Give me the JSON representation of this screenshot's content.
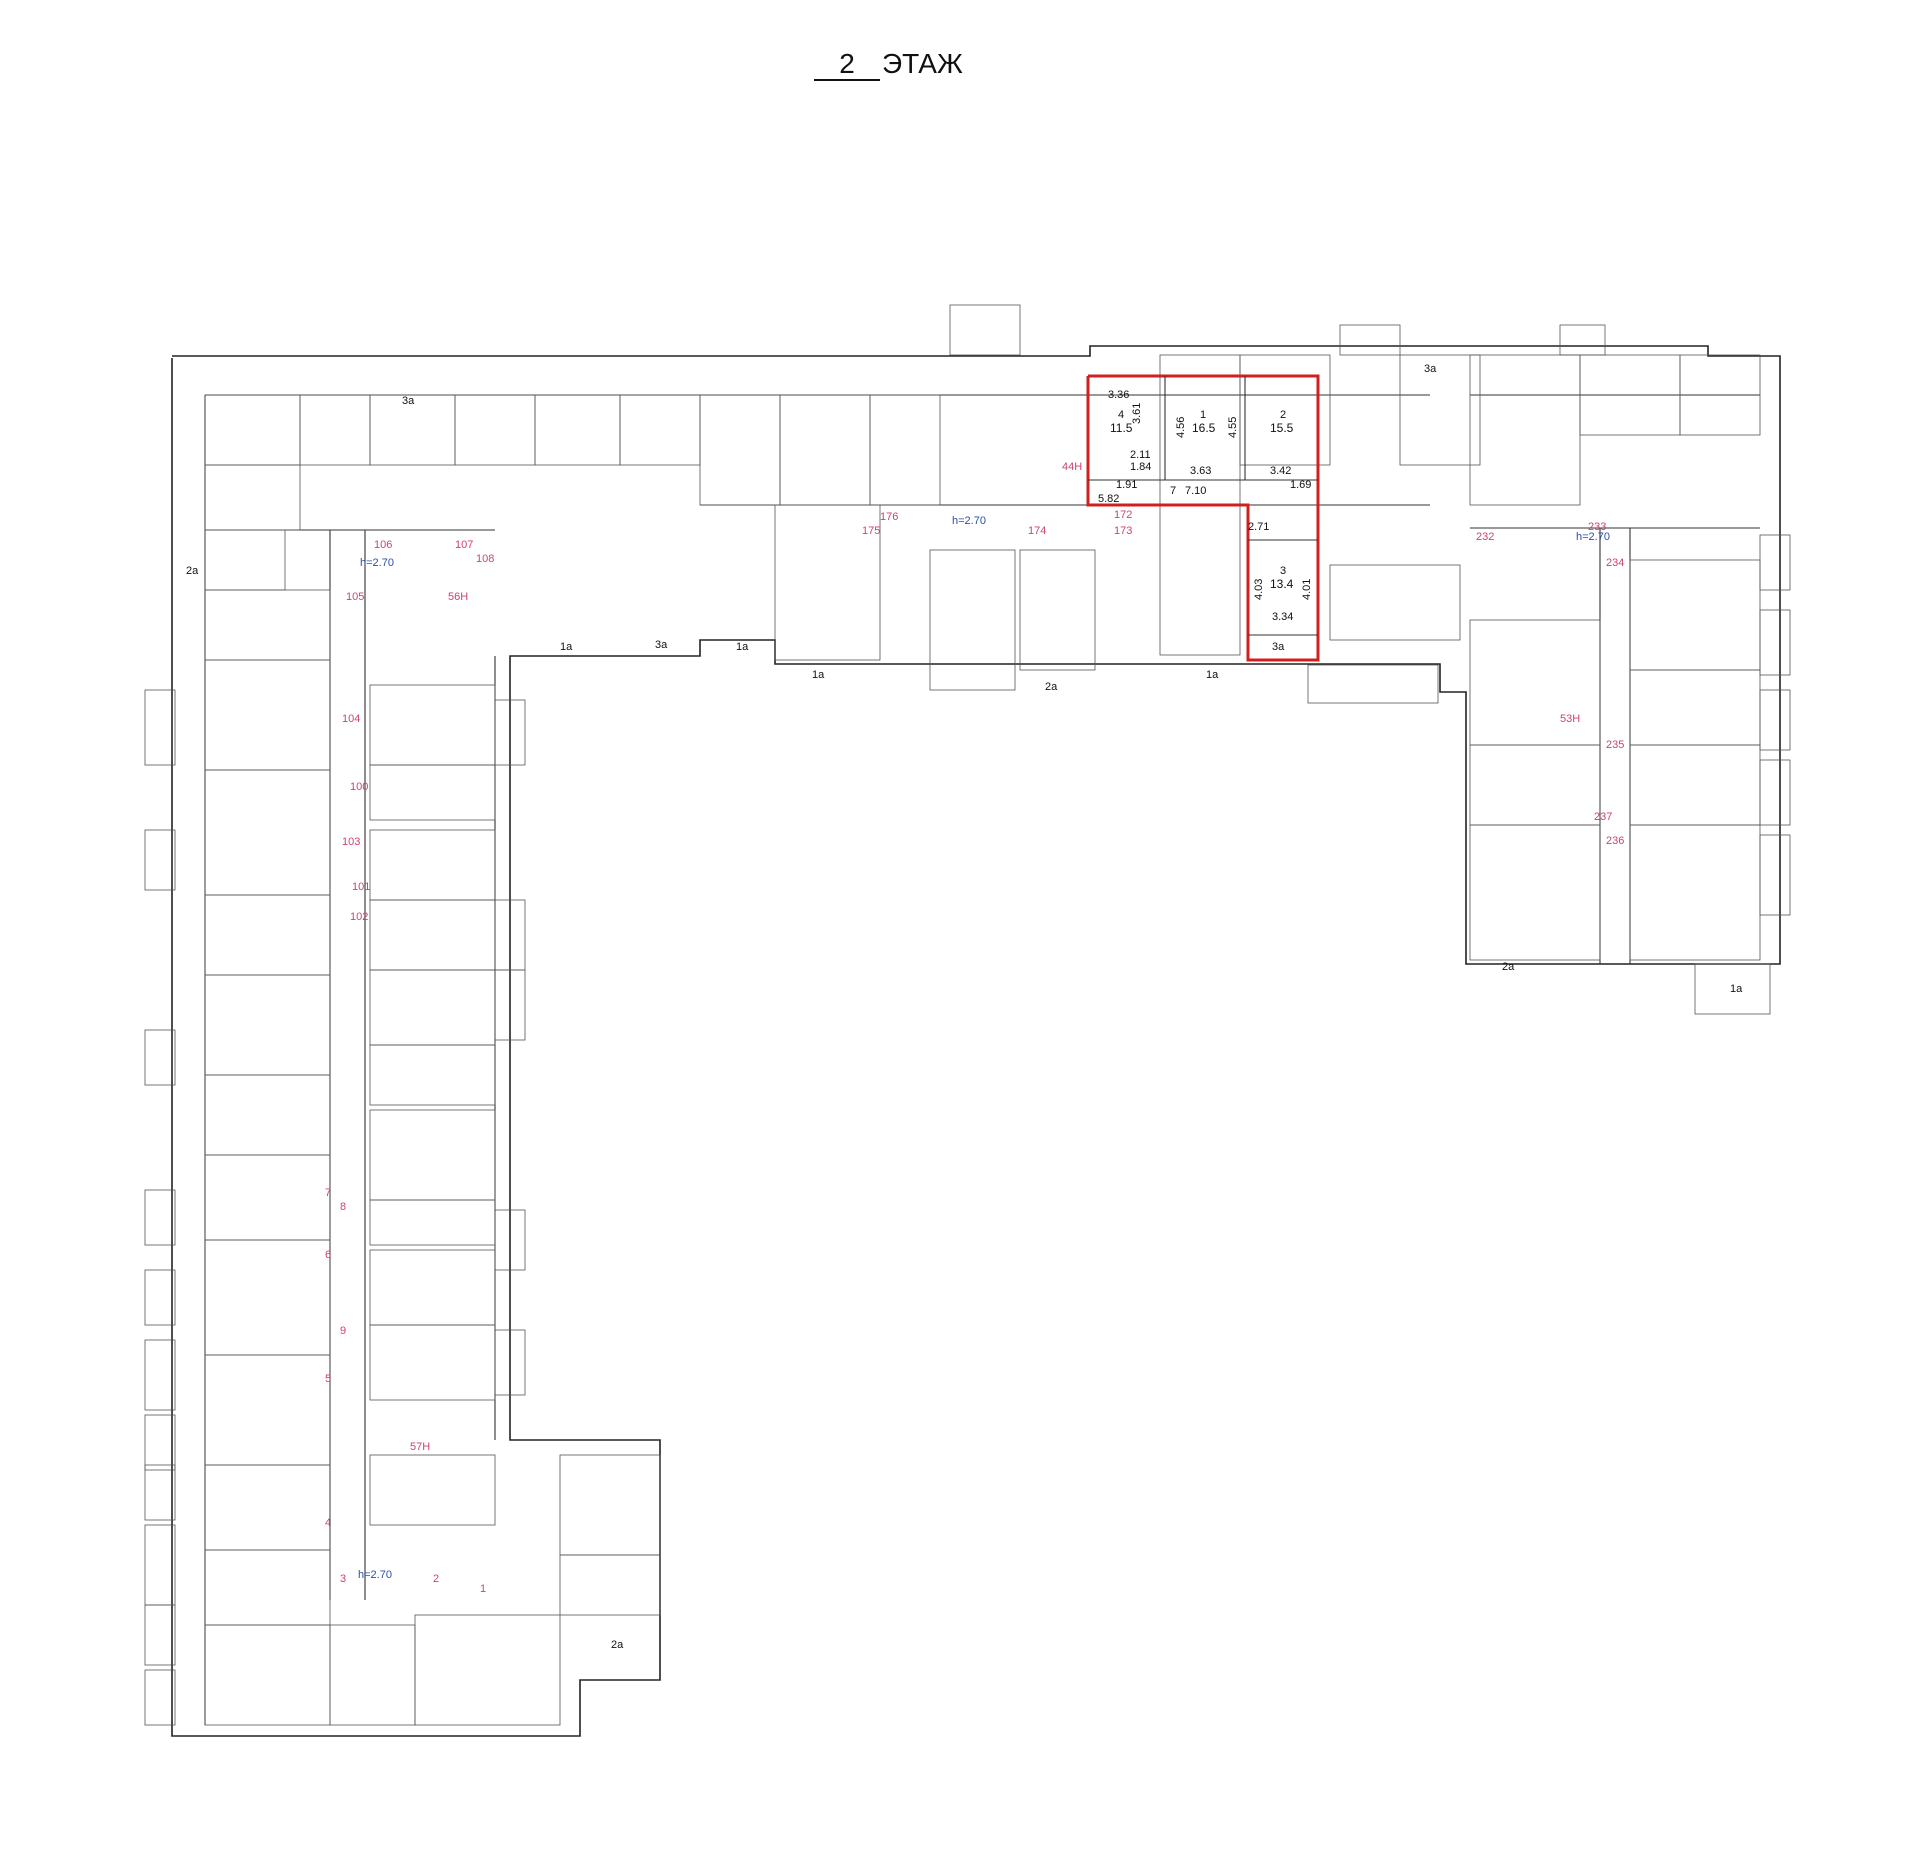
{
  "title": {
    "floor_number": "2",
    "floor_word": "ЭТАЖ"
  },
  "colors": {
    "line": "#222222",
    "highlight": "#d11f1f",
    "pink_label": "#d0426e",
    "blue_label": "#2a4fa3"
  },
  "ceiling_height_label": "h=2.70",
  "section_codes": [
    "44Н",
    "53Н",
    "56Н",
    "57Н"
  ],
  "balcony_labels": [
    "1а",
    "2а",
    "3а"
  ],
  "highlighted_apartment": {
    "rooms": [
      {
        "number": "4",
        "area": "11.5"
      },
      {
        "number": "1",
        "area": "16.5"
      },
      {
        "number": "2",
        "area": "15.5"
      },
      {
        "number": "3",
        "area": "13.4"
      },
      {
        "number": "7",
        "area": ""
      },
      {
        "number": "3а",
        "area": ""
      }
    ],
    "dimensions": [
      "3.36",
      "3.61",
      "4.56",
      "4.55",
      "2.11",
      "1.84",
      "1.91",
      "3.63",
      "3.42",
      "5.82",
      "7.10",
      "2.71",
      "1.69",
      "4.03",
      "4.01",
      "3.34"
    ]
  },
  "entry_numbers": [
    "1",
    "2",
    "3",
    "4",
    "5",
    "6",
    "7",
    "8",
    "9",
    "100",
    "101",
    "102",
    "103",
    "104",
    "105",
    "106",
    "107",
    "108",
    "172",
    "173",
    "174",
    "175",
    "176",
    "232",
    "233",
    "234",
    "235",
    "236",
    "237"
  ]
}
